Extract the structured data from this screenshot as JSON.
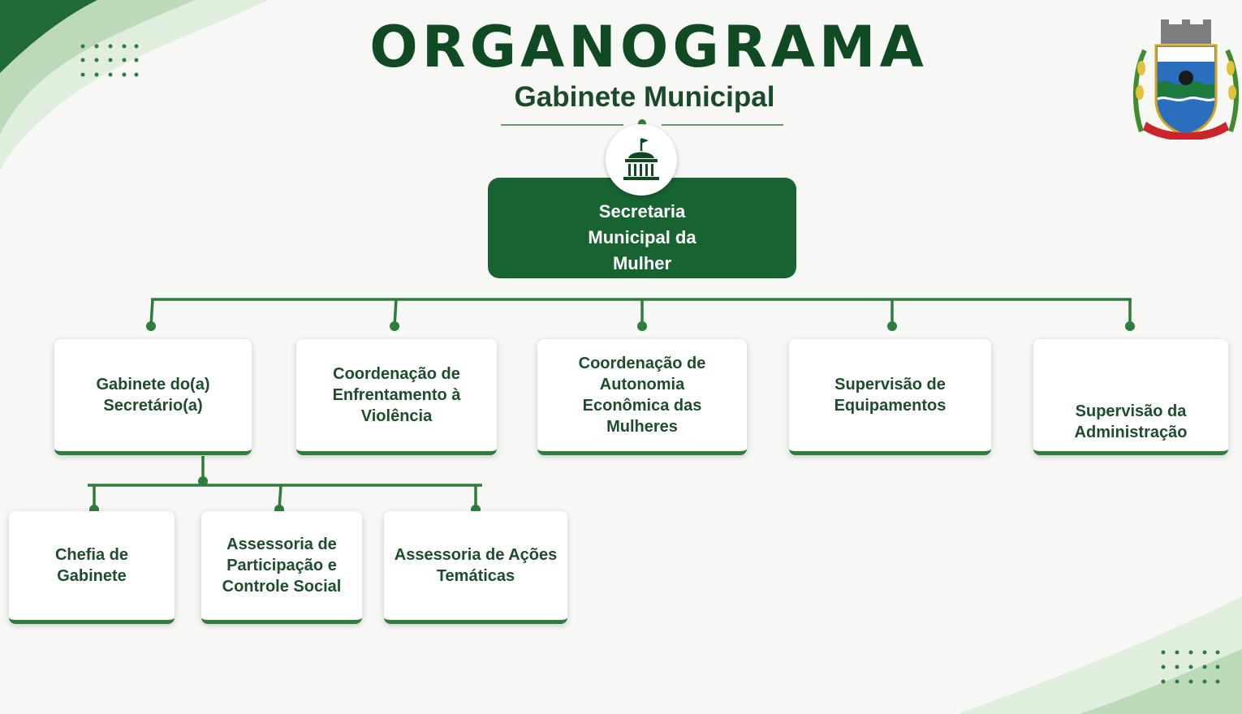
{
  "header": {
    "title": "ORGANOGRAMA",
    "subtitle": "Gabinete Municipal"
  },
  "root": {
    "label": "Secretaria Municipal da Mulher",
    "icon": "government-building-icon"
  },
  "level1": [
    "Gabinete do(a) Secretário(a)",
    "Coordenação de Enfrentamento à Violência",
    "Coordenação de Autonomia Econômica das Mulheres",
    "Supervisão de Equipamentos",
    "Supervisão da Administração"
  ],
  "level2": [
    "Chefia de Gabinete",
    "Assessoria de Participação e Controle Social",
    "Assessoria de Ações Temáticas"
  ],
  "colors": {
    "primary": "#176331",
    "dark_text": "#0f4a22",
    "line": "#2f7d3c",
    "background": "#f7f7f5"
  }
}
